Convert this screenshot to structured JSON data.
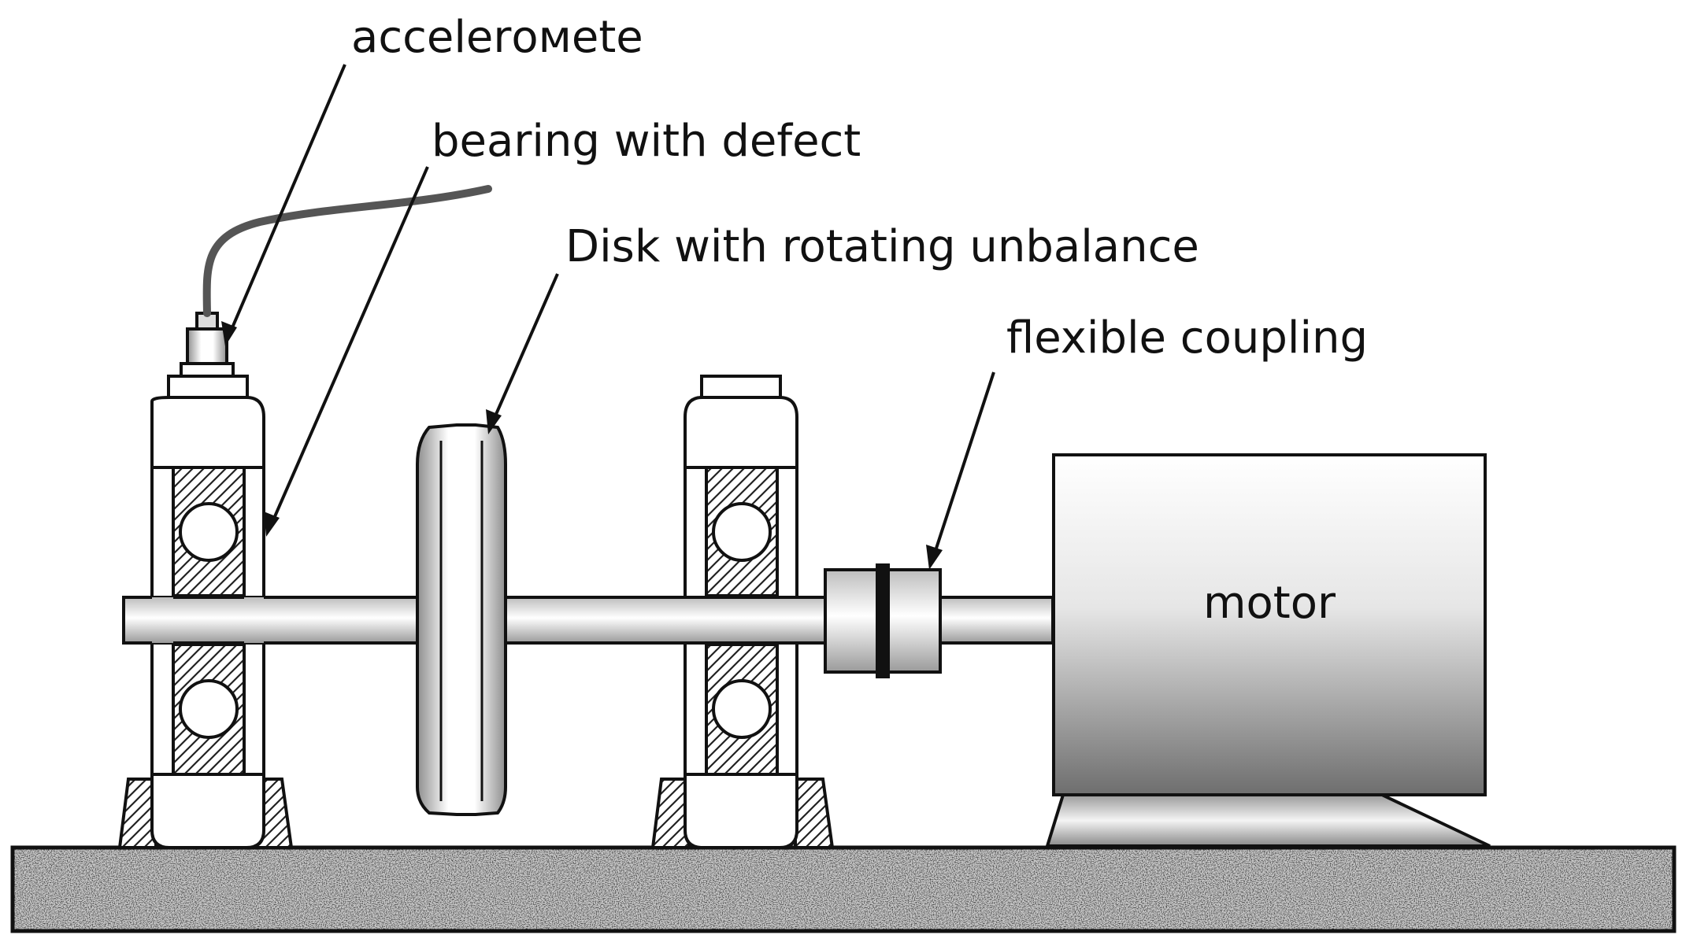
{
  "labels": {
    "accelerometer": "accelerомete",
    "bearing": "bearing with defect",
    "disk": "Disk with rotating unbalance",
    "coupling": "flexible coupling",
    "motor": "motor"
  }
}
